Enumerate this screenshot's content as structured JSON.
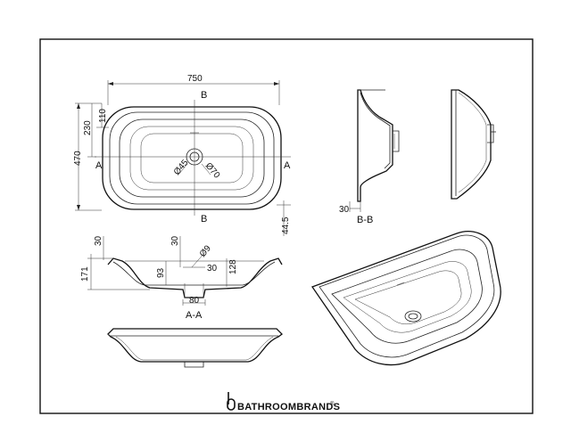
{
  "plan_view": {
    "width": "750",
    "dim_110": "110",
    "dim_230": "230",
    "dim_470": "470",
    "dim_44_5": "44.5",
    "waste_45": "Ø45",
    "waste_70": "Ø70",
    "mark_a": "A",
    "mark_b": "B"
  },
  "section_aa": {
    "dim_30_left": "30",
    "dim_30_top": "30",
    "dim_9": "Ø9",
    "dim_171": "171",
    "dim_93": "93",
    "dim_30_mid": "30",
    "dim_128": "128",
    "dim_80": "80",
    "title": "A-A"
  },
  "section_bb": {
    "dim_30": "30",
    "title": "B-B"
  },
  "brand": {
    "name": "BATHROOMBRANDS",
    "reg": "®"
  }
}
